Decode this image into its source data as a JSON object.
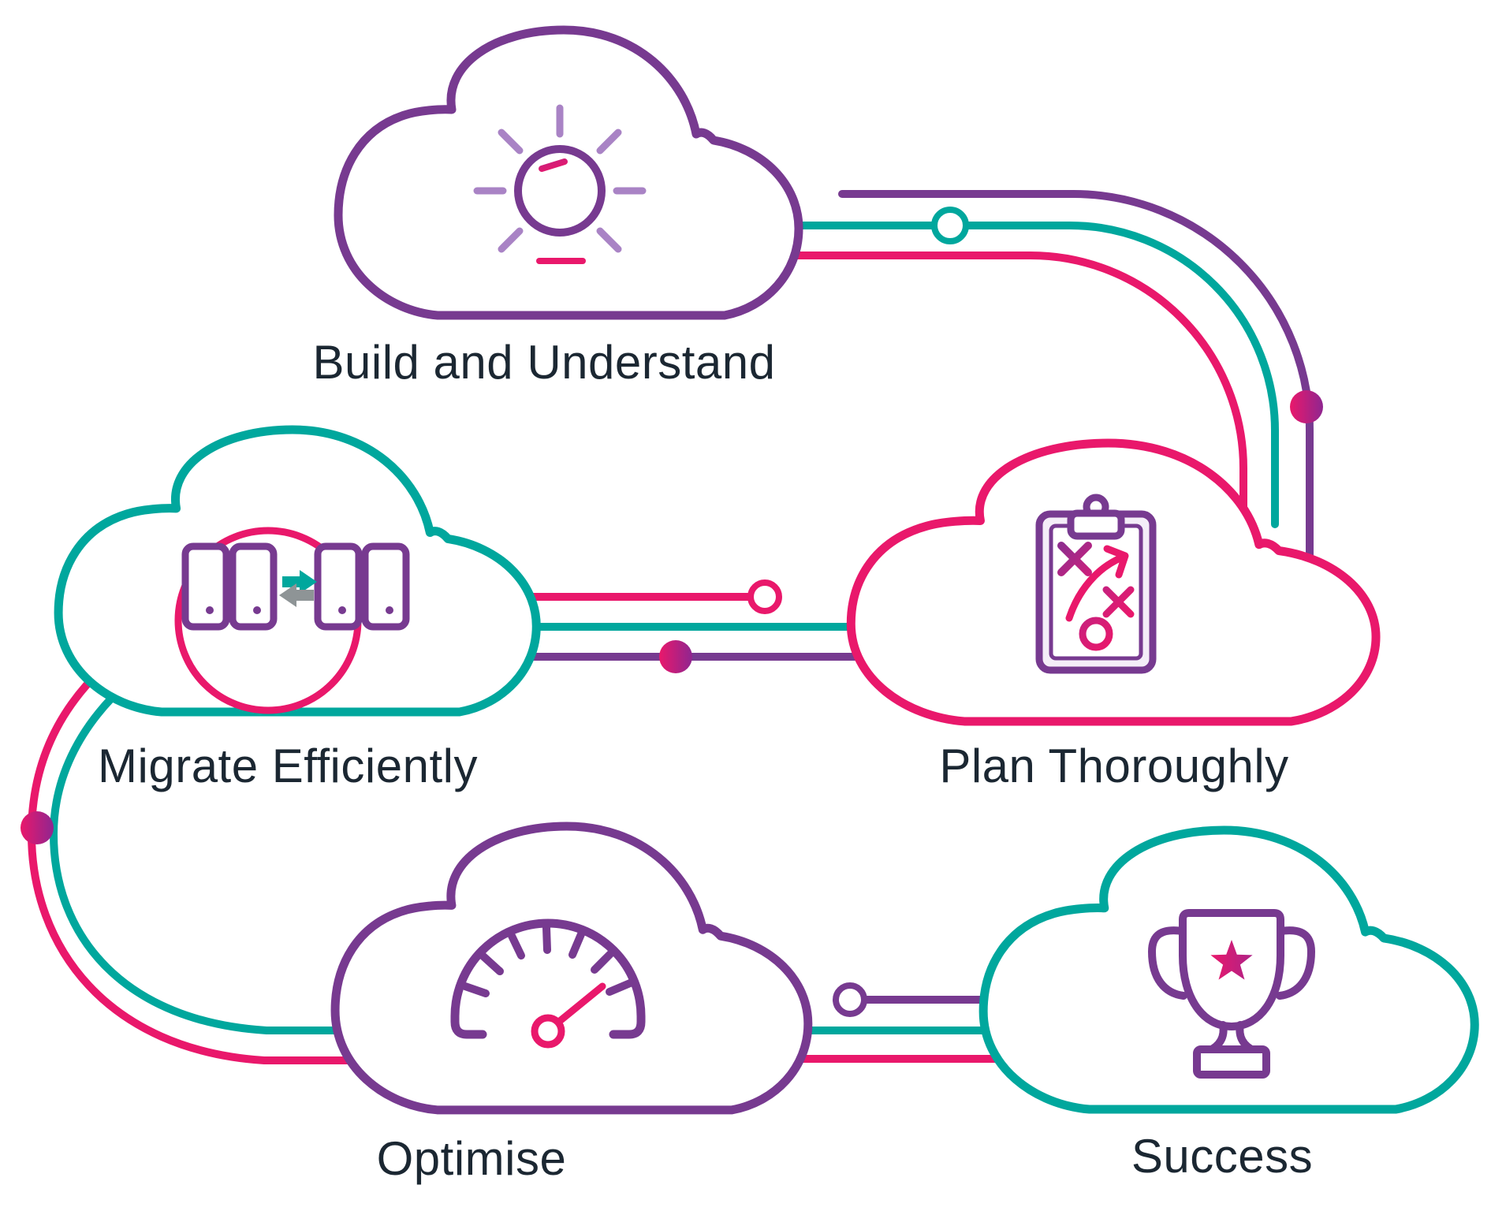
{
  "diagram": {
    "title": "Cloud journey process",
    "stages": [
      {
        "label": "Build and Understand",
        "icon": "lightbulb-icon",
        "cloud_color": "#773A90"
      },
      {
        "label": "Plan Thoroughly",
        "icon": "strategy-clipboard-icon",
        "cloud_color": "#E9186B"
      },
      {
        "label": "Migrate Efficiently",
        "icon": "server-migration-icon",
        "cloud_color": "#00A79D"
      },
      {
        "label": "Optimise",
        "icon": "speedometer-icon",
        "cloud_color": "#773A90"
      },
      {
        "label": "Success",
        "icon": "trophy-icon",
        "cloud_color": "#00A79D"
      }
    ],
    "connectors": [
      {
        "from": "Build and Understand",
        "to": "Plan Thoroughly",
        "lines": [
          "purple",
          "teal",
          "pink"
        ],
        "markers": [
          "hollow-teal-circle",
          "filled-gradient-dot"
        ]
      },
      {
        "from": "Plan Thoroughly",
        "to": "Migrate Efficiently",
        "lines": [
          "pink",
          "teal",
          "purple"
        ],
        "markers": [
          "hollow-pink-circle",
          "filled-gradient-dot"
        ]
      },
      {
        "from": "Migrate Efficiently",
        "to": "Optimise",
        "lines": [
          "pink",
          "teal"
        ],
        "markers": [
          "filled-gradient-dot"
        ]
      },
      {
        "from": "Optimise",
        "to": "Success",
        "lines": [
          "purple",
          "teal",
          "pink"
        ],
        "markers": [
          "hollow-purple-circle"
        ]
      }
    ]
  },
  "colors": {
    "purple": "#773A90",
    "lavender": "#A983C5",
    "teal": "#00A79D",
    "pink": "#E9186B",
    "magenta": "#B52383",
    "gray": "#8E9496",
    "text": "#1B2732",
    "paper": "#F4EDF8"
  }
}
